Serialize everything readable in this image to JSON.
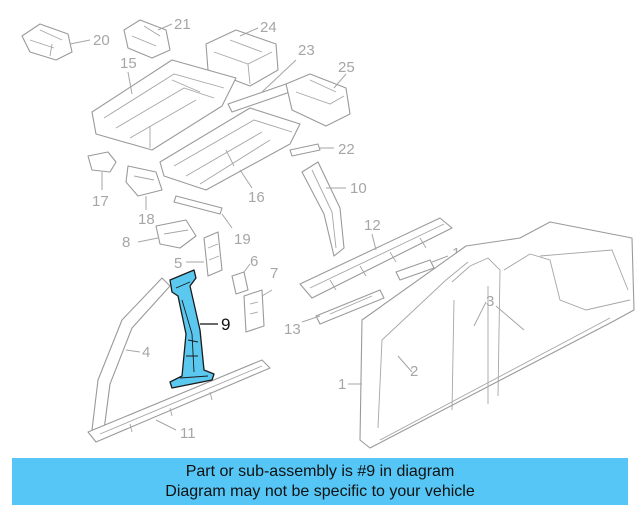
{
  "diagram": {
    "highlight_color": "#5bc8f0",
    "highlighted_part": "9",
    "callouts": [
      "1",
      "2",
      "3",
      "4",
      "5",
      "6",
      "7",
      "8",
      "9",
      "10",
      "11",
      "12",
      "13",
      "14",
      "15",
      "16",
      "17",
      "18",
      "19",
      "20",
      "21",
      "22",
      "23",
      "24",
      "25"
    ]
  },
  "banner": {
    "background": "#55c6f5",
    "line1": "Part or sub-assembly is #9 in diagram",
    "line2": "Diagram may not be specific to your vehicle"
  }
}
